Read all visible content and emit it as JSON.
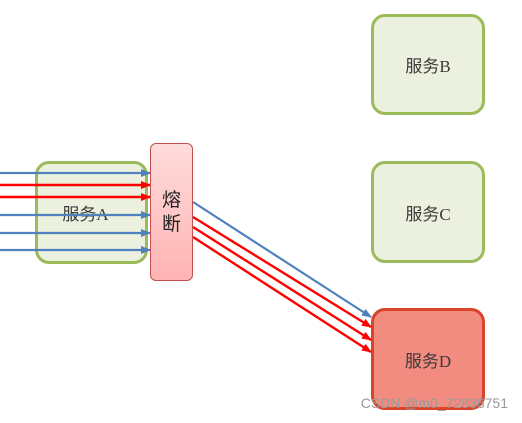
{
  "services": {
    "a_label": "服务A",
    "b_label": "服务B",
    "c_label": "服务C",
    "d_label": "服务D"
  },
  "breaker": {
    "char1": "熔",
    "char2": "断"
  },
  "watermark": "CSDN @m0_72836751",
  "colors": {
    "green_fill": "#ebf1de",
    "green_border": "#9bbb59",
    "red_fill": "#f28b80",
    "red_border": "#d9442b",
    "blue_arrow": "#4f81bd",
    "red_arrow": "#ff0000"
  }
}
